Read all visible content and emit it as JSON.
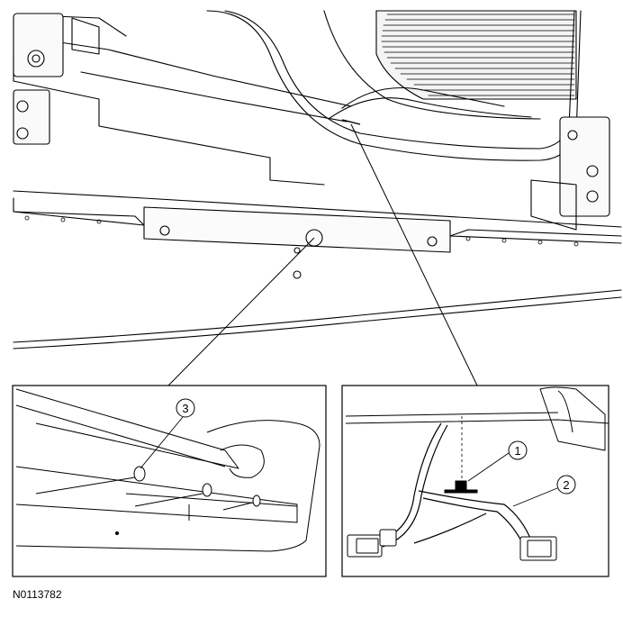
{
  "figure": {
    "id": "N0113782"
  },
  "callouts": [
    {
      "number": "1"
    },
    {
      "number": "2"
    },
    {
      "number": "3"
    }
  ]
}
